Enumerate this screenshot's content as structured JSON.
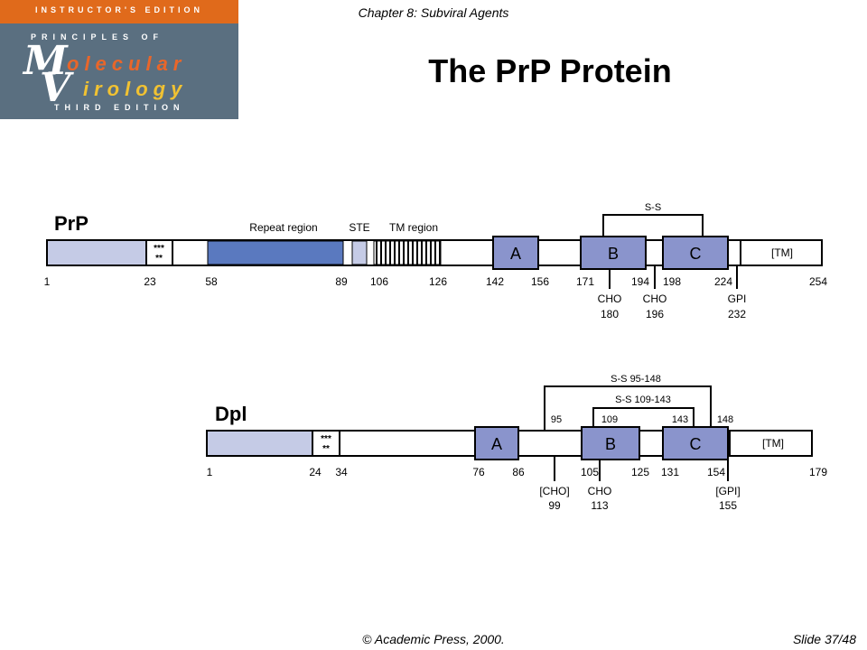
{
  "logo": {
    "banner": "INSTRUCTOR'S EDITION",
    "principles": "PRINCIPLES OF",
    "big_m": "M",
    "big_v": "V",
    "word_molecular": "olecular",
    "word_virology": "irology",
    "edition": "THIRD EDITION",
    "colors": {
      "band": "#e06a1b",
      "panel": "#5a6f80",
      "molecular": "#e8662a",
      "virology": "#f1c232"
    }
  },
  "header": {
    "chapter": "Chapter 8: Subviral Agents",
    "title": "The PrP Protein"
  },
  "footer": {
    "copyright": "© Academic Press, 2000.",
    "slide": "Slide 37/48"
  },
  "prp": {
    "name": "PrP",
    "positions": [
      "1",
      "23",
      "58",
      "89",
      "106",
      "126",
      "142",
      "156",
      "171",
      "194",
      "198",
      "224",
      "254"
    ],
    "regions": {
      "repeat": "Repeat region",
      "ste": "STE",
      "tm": "TM region",
      "tm_bracket": "[TM]"
    },
    "domains": [
      "A",
      "B",
      "C"
    ],
    "ss": "S-S",
    "signal_mark": "***",
    "signal_mark2": "**",
    "sites": [
      {
        "label": "CHO",
        "pos": "180"
      },
      {
        "label": "CHO",
        "pos": "196"
      },
      {
        "label": "GPI",
        "pos": "232"
      }
    ]
  },
  "dpl": {
    "name": "Dpl",
    "positions": [
      "1",
      "24",
      "34",
      "76",
      "86",
      "105",
      "125",
      "131",
      "154",
      "179"
    ],
    "domains": [
      "A",
      "B",
      "C"
    ],
    "tm_bracket": "[TM]",
    "signal_mark": "***",
    "signal_mark2": "**",
    "ss_outer": "S-S  95-148",
    "ss_inner": "S-S  109-143",
    "ss_pos": [
      "95",
      "109",
      "143",
      "148"
    ],
    "sites": [
      {
        "label": "[CHO]",
        "pos": "99"
      },
      {
        "label": "CHO",
        "pos": "113"
      },
      {
        "label": "[GPI]",
        "pos": "155"
      }
    ]
  },
  "colors": {
    "signal": "#c5cbe6",
    "repeat": "#5a79bf",
    "domain": "#8a94cc",
    "outline": "#000000"
  }
}
